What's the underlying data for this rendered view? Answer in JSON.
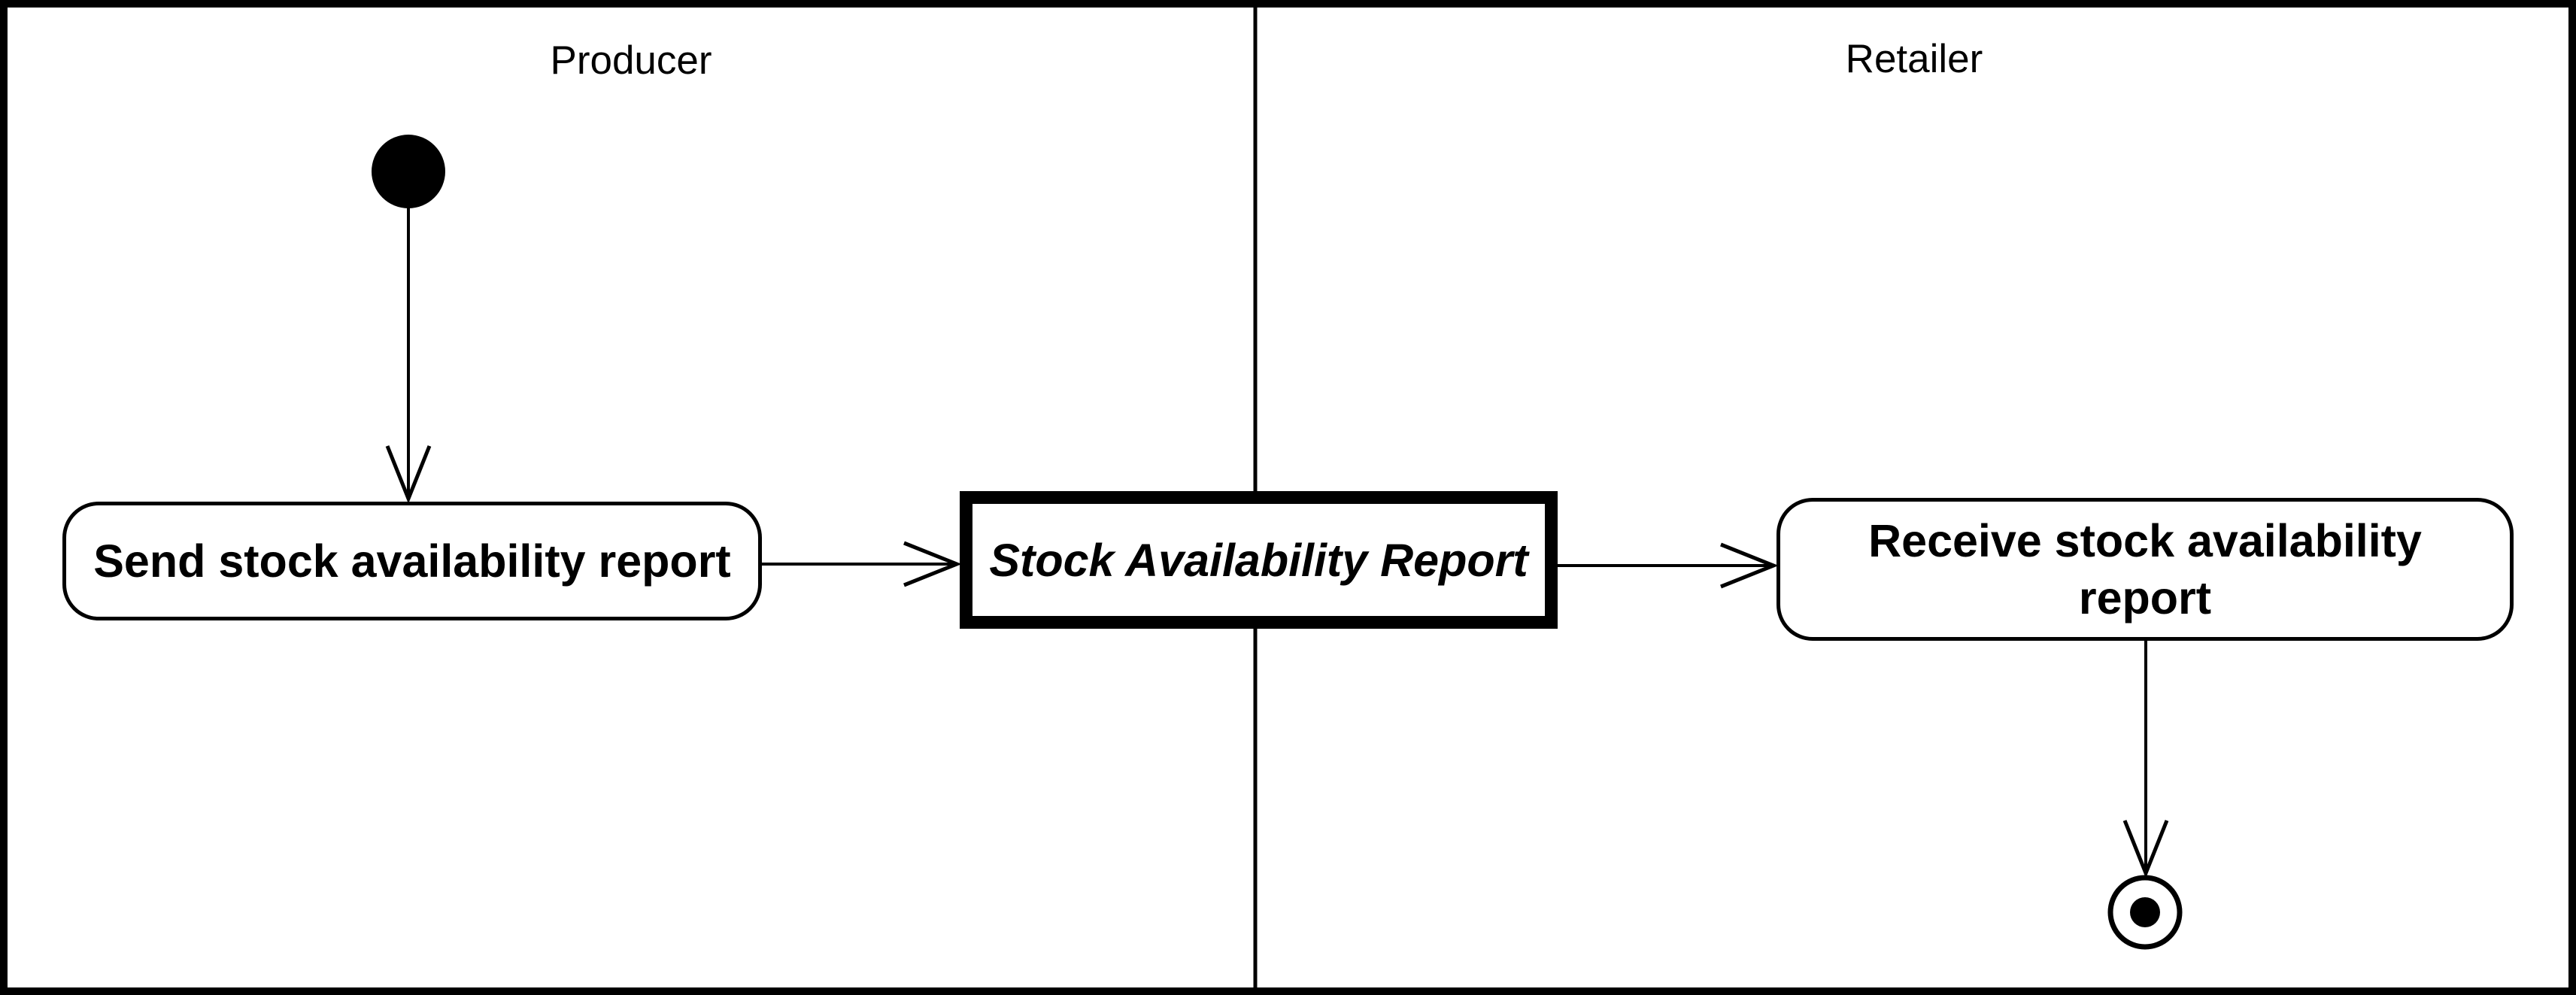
{
  "diagram": {
    "kind": "uml-activity-diagram",
    "colors": {
      "foreground": "#000000",
      "background": "#ffffff"
    },
    "lanes": [
      {
        "label": "Producer"
      },
      {
        "label": "Retailer"
      }
    ],
    "nodes": {
      "initial": {
        "type": "initial-node",
        "lane": "Producer"
      },
      "send": {
        "type": "action",
        "lane": "Producer",
        "label": "Send stock availability report"
      },
      "report": {
        "type": "object-node",
        "lane": "Producer/Retailer boundary",
        "label": "Stock Availability Report"
      },
      "receive": {
        "type": "action",
        "lane": "Retailer",
        "label": "Receive stock availability report"
      },
      "final": {
        "type": "activity-final-node",
        "lane": "Retailer"
      }
    },
    "edges": [
      {
        "from": "initial",
        "to": "send"
      },
      {
        "from": "send",
        "to": "report"
      },
      {
        "from": "report",
        "to": "receive"
      },
      {
        "from": "receive",
        "to": "final"
      }
    ]
  }
}
